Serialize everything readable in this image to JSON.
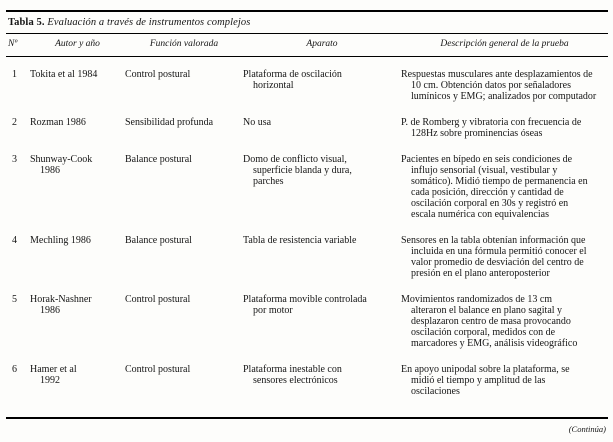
{
  "page": {
    "title_label": "Tabla 5.",
    "title_caption": "Evaluación a través de instrumentos complejos",
    "continuation_note": "(Continúa)",
    "text_color": "#151515",
    "rule_color": "#000000",
    "background_color": "#fdfdfb"
  },
  "table": {
    "headers": [
      "Nº",
      "Autor y año",
      "Función valorada",
      "Aparato",
      "Descripción general de la prueba"
    ],
    "rows": [
      {
        "num": "1",
        "autor": "Tokita et al 1984",
        "funcion": "Control postural",
        "aparato": "Plataforma de oscilación\nhorizontal",
        "descripcion": "Respuestas musculares ante desplazamientos de\n10 cm. Obtención datos por señaladores\nlumínicos y EMG; analizados por computador"
      },
      {
        "num": "2",
        "autor": "Rozman 1986",
        "funcion": "Sensibilidad profunda",
        "aparato": "No usa",
        "descripcion": "P. de Romberg y vibratoria con frecuencia de\n128Hz sobre prominencias óseas"
      },
      {
        "num": "3",
        "autor": "Shunway-Cook\n1986",
        "funcion": "Balance postural",
        "aparato": "Domo de conflicto visual,\nsuperficie blanda y dura,\nparches",
        "descripcion": "Pacientes en bípedo en seis condiciones de\ninflujo sensorial (visual, vestibular y\nsomático). Midió tiempo de permanencia en\ncada posición, dirección y cantidad de\noscilación corporal en 30s y registró en\nescala numérica con equivalencias"
      },
      {
        "num": "4",
        "autor": "Mechling 1986",
        "funcion": "Balance postural",
        "aparato": "Tabla de resistencia variable",
        "descripcion": "Sensores en la tabla obtenían información que\nincluida en una fórmula permitió conocer el\nvalor promedio de desviación del centro de\npresión en el plano anteroposterior"
      },
      {
        "num": "5",
        "autor": "Horak-Nashner\n1986",
        "funcion": "Control postural",
        "aparato": "Plataforma movible controlada\npor motor",
        "descripcion": "Movimientos randomizados de 13 cm\nalteraron el balance en plano sagital y\ndesplazaron centro de masa provocando\noscilación corporal, medidos con de\nmarcadores y EMG, análisis videográfico"
      },
      {
        "num": "6",
        "autor": "Hamer et al\n1992",
        "funcion": "Control postural",
        "aparato": "Plataforma inestable con\nsensores electrónicos",
        "descripcion": "En apoyo unipodal sobre la plataforma, se\nmidió el tiempo y amplitud de las\noscilaciones"
      }
    ]
  }
}
